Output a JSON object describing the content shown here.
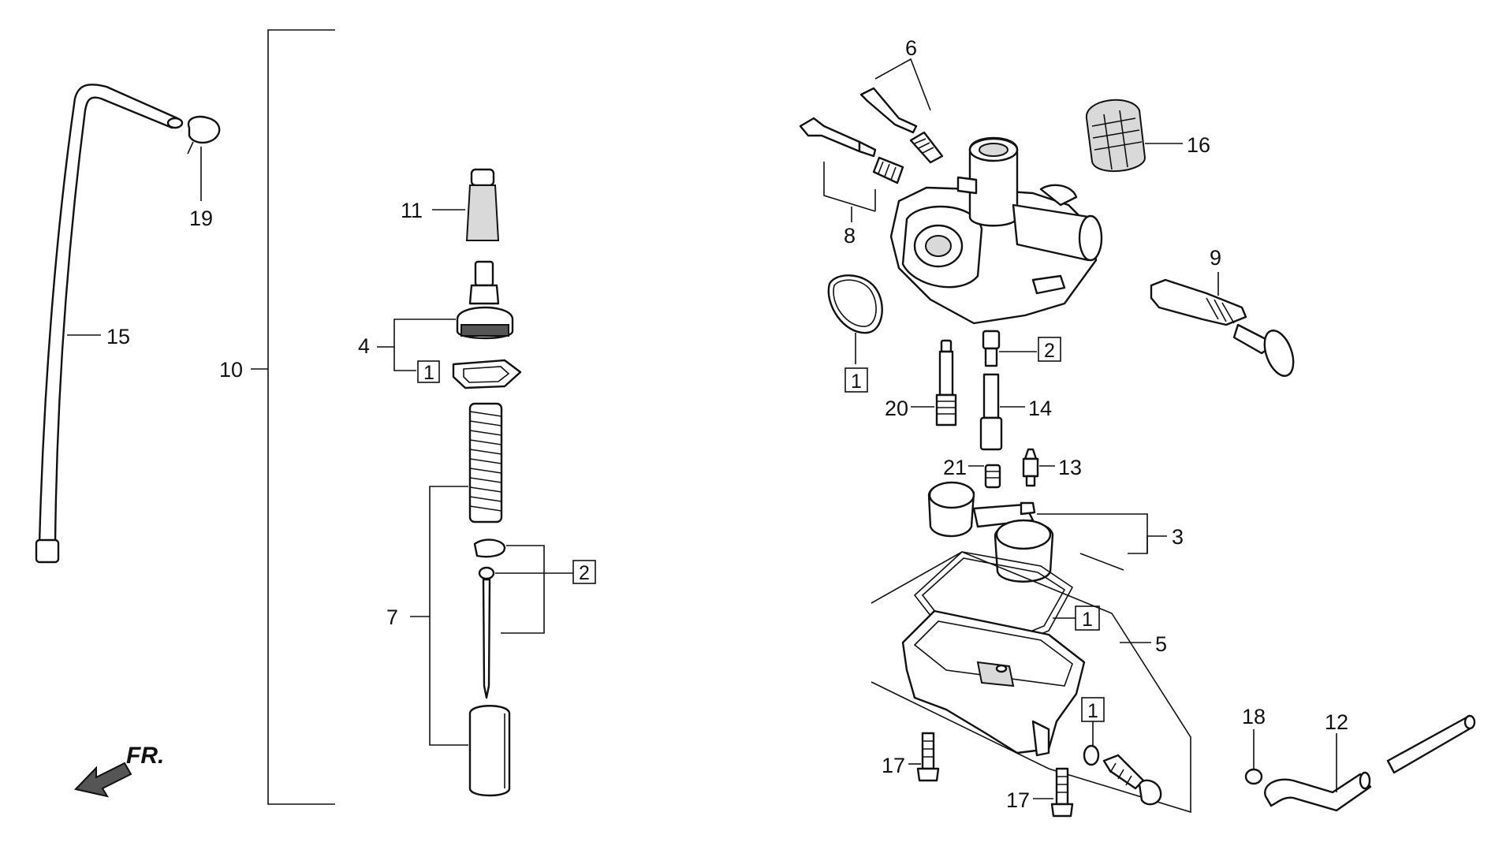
{
  "callouts": {
    "c1": "1",
    "c2": "2",
    "c3": "3",
    "c4": "4",
    "c5": "5",
    "c6": "6",
    "c7": "7",
    "c8": "8",
    "c9": "9",
    "c10": "10",
    "c11": "11",
    "c12": "12",
    "c13": "13",
    "c14": "14",
    "c15": "15",
    "c16": "16",
    "c17": "17",
    "c18": "18",
    "c19": "19",
    "c20": "20",
    "c21": "21"
  },
  "boxed_refs": {
    "box1_label": "1",
    "box2_label": "2"
  },
  "front_arrow": "FR."
}
